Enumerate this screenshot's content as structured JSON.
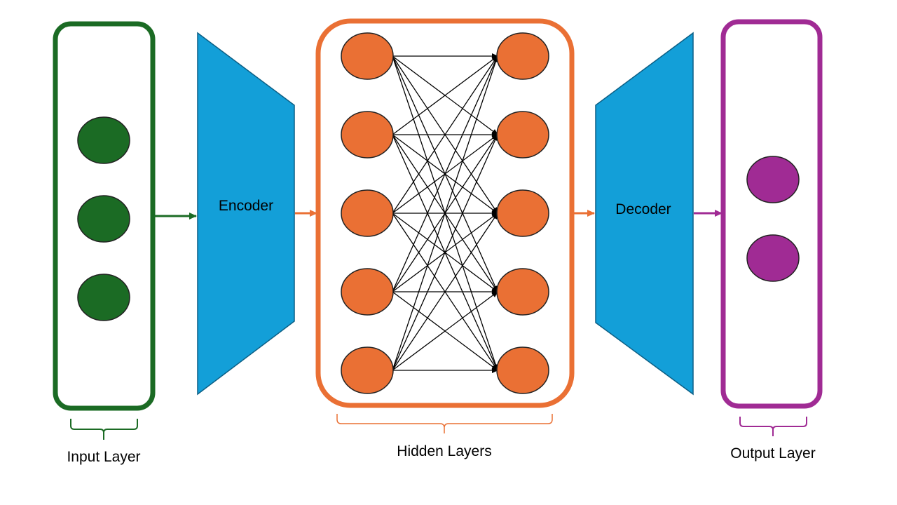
{
  "colors": {
    "input": "#1b6b24",
    "hidden": "#ea7034",
    "output": "#a02b94",
    "coder": "#139fd8",
    "coder_stroke": "#0c5f85",
    "node_stroke": "#222222",
    "edge": "#000000"
  },
  "labels": {
    "encoder": "Encoder",
    "decoder": "Decoder",
    "input_layer": "Input Layer",
    "hidden_layers": "Hidden Layers",
    "output_layer": "Output Layer"
  },
  "layers": {
    "input_node_count": 3,
    "hidden_left_node_count": 5,
    "hidden_right_node_count": 5,
    "output_node_count": 2,
    "hidden_connections": "fully-connected"
  }
}
